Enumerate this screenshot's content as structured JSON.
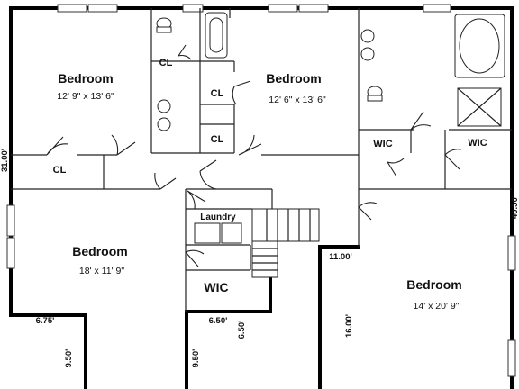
{
  "rooms": {
    "bedroom_nw": {
      "name": "Bedroom",
      "size": "12' 9\" x 13' 6\""
    },
    "bedroom_n": {
      "name": "Bedroom",
      "size": "12' 6\" x 13' 6\""
    },
    "bedroom_w": {
      "name": "Bedroom",
      "size": "18' x 11' 9\""
    },
    "bedroom_se": {
      "name": "Bedroom",
      "size": "14' x 20' 9\""
    },
    "cl_top": "CL",
    "cl_mid1": "CL",
    "cl_mid2": "CL",
    "cl_left": "CL",
    "wic_left": "WIC",
    "wic_right": "WIC",
    "wic_bottom": "WIC",
    "laundry": "Laundry"
  },
  "dimensions": {
    "left_height": "31.00'",
    "right_height": "40.50'",
    "front_width_left": "6.75'",
    "front_depth_left": "9.50'",
    "front_width_mid": "6.50'",
    "front_depth_mid_a": "6.50'",
    "front_depth_mid_b": "9.50'",
    "stair_offset": "11.00'",
    "wing_depth": "16.00'"
  }
}
